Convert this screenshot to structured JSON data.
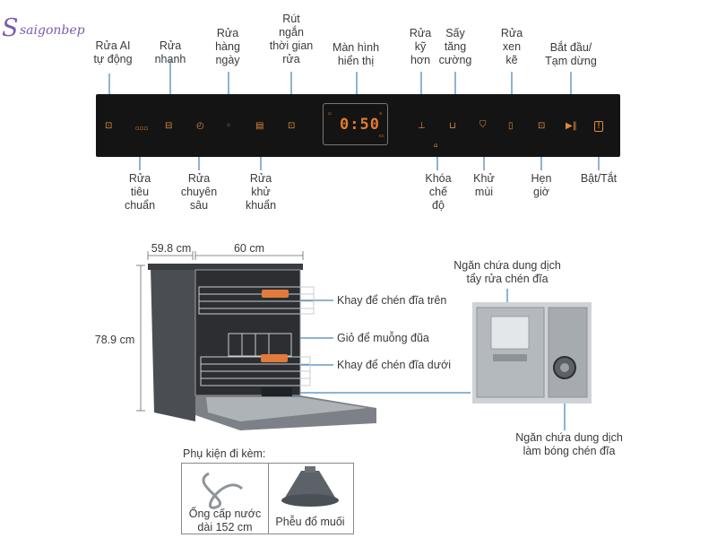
{
  "brand": {
    "logo_text": "saigonbep",
    "accent": "#7b5bb0"
  },
  "control_panel": {
    "display_time": "0:50",
    "top_labels": [
      {
        "id": "ai",
        "text": "Rửa AI\ntự động"
      },
      {
        "id": "quick",
        "text": "Rửa\nnhanh"
      },
      {
        "id": "daily",
        "text": "Rửa\nhàng\nngày"
      },
      {
        "id": "shorten",
        "text": "Rút\nngắn\nthời gian\nrửa"
      },
      {
        "id": "screen",
        "text": "Màn hình\nhiển thị"
      },
      {
        "id": "intensive",
        "text": "Rửa\nkỹ\nhơn"
      },
      {
        "id": "extradry",
        "text": "Sấy\ntăng\ncường"
      },
      {
        "id": "half",
        "text": "Rửa\nxen\nkẽ"
      },
      {
        "id": "startpause",
        "text": "Bắt đầu/\nTạm dừng"
      }
    ],
    "bottom_labels": [
      {
        "id": "standard",
        "text": "Rửa\ntiêu\nchuẩn"
      },
      {
        "id": "deep",
        "text": "Rửa\nchuyên\nsâu"
      },
      {
        "id": "sanitize",
        "text": "Rửa\nkhử\nkhuẩn"
      },
      {
        "id": "childlock",
        "text": "Khóa\nchế\nđộ"
      },
      {
        "id": "deodor",
        "text": "Khử\nmùi"
      },
      {
        "id": "timer",
        "text": "Hẹn\ngiờ"
      },
      {
        "id": "power",
        "text": "Bật/Tắt"
      }
    ]
  },
  "dimensions": {
    "depth": "59.8 cm",
    "width": "60 cm",
    "height": "78.9 cm"
  },
  "parts": {
    "upper_rack": "Khay để chén đĩa trên",
    "cutlery": "Giỏ để muỗng đũa",
    "lower_rack": "Khay để chén đĩa dưới",
    "detergent": "Ngăn chứa dung dịch\ntẩy rửa chén đĩa",
    "rinse_aid": "Ngăn chứa dung dịch\nlàm bóng chén đĩa"
  },
  "accessories": {
    "title": "Phụ kiện đi kèm:",
    "items": [
      {
        "id": "hose",
        "label": "Ống cấp nước\ndài 152 cm"
      },
      {
        "id": "funnel",
        "label": "Phễu đổ muối"
      }
    ]
  }
}
